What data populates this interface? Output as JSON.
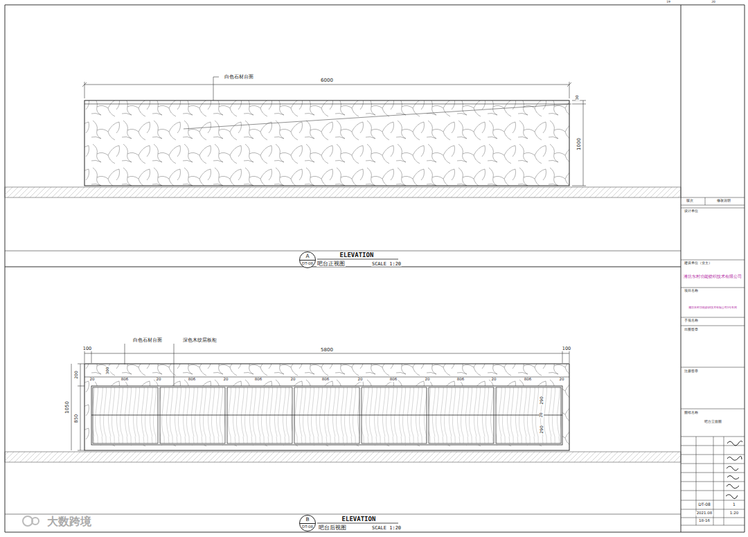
{
  "diagram": {
    "nodes": [
      {
        "text": [
          "A",
          "DT-08"
        ]
      },
      {
        "text": [
          "B",
          "DT-08"
        ]
      }
    ],
    "labels": [
      "白色石材台面",
      "6000",
      "30",
      "1000",
      "ELEVATION",
      "吧台正视图",
      "SCALE 1:20",
      "白色石材台面",
      "深色木纹层板柜",
      "100",
      "5800",
      "100",
      "200",
      "1050",
      "850",
      "300",
      "20",
      "806",
      "20",
      "806",
      "20",
      "806",
      "20",
      "806",
      "20",
      "806",
      "20",
      "806",
      "20",
      "806",
      "20",
      "290",
      "20",
      "290",
      "ELEVATION",
      "吧台后视图",
      "SCALE 1:20",
      "版次",
      "修改说明",
      "设计单位",
      "建设单位（业主）",
      "潍坊东村功能纺织技术有限公司",
      "项目名称",
      "潍坊东村功能纺织技术有限公司1号车间",
      "子项名称",
      "出图签章",
      "注册签章",
      "图纸名称",
      "吧台立面图",
      "DT-08",
      "2021.08",
      "1:20",
      "18-16",
      "1",
      "19",
      "20",
      "大数跨境"
    ]
  }
}
